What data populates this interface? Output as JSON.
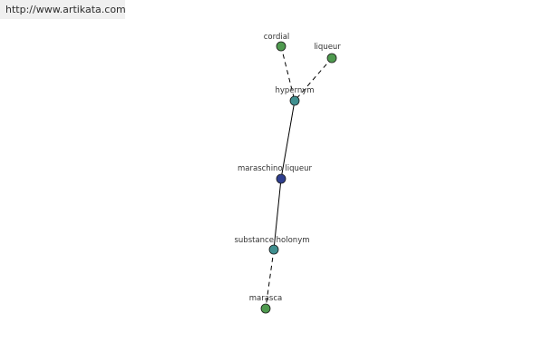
{
  "watermark": {
    "text": "http://www.artikata.com"
  },
  "colors": {
    "leaf": "#4f9a4f",
    "relation": "#3f8f8f",
    "center": "#2f3f8f"
  },
  "graph": {
    "nodes": [
      {
        "id": "cordial",
        "label": "cordial",
        "kind": "leaf"
      },
      {
        "id": "liqueur",
        "label": "liqueur",
        "kind": "leaf"
      },
      {
        "id": "hypernym",
        "label": "hypernym",
        "kind": "relation"
      },
      {
        "id": "maraschino",
        "label": "maraschino liqueur",
        "kind": "center"
      },
      {
        "id": "holonym",
        "label": "substance holonym",
        "kind": "relation"
      },
      {
        "id": "marasca",
        "label": "marasca",
        "kind": "leaf"
      }
    ],
    "edges": [
      {
        "from": "cordial",
        "to": "hypernym",
        "style": "dashed"
      },
      {
        "from": "liqueur",
        "to": "hypernym",
        "style": "dashed"
      },
      {
        "from": "hypernym",
        "to": "maraschino",
        "style": "solid"
      },
      {
        "from": "maraschino",
        "to": "holonym",
        "style": "solid"
      },
      {
        "from": "holonym",
        "to": "marasca",
        "style": "dashed"
      }
    ]
  }
}
